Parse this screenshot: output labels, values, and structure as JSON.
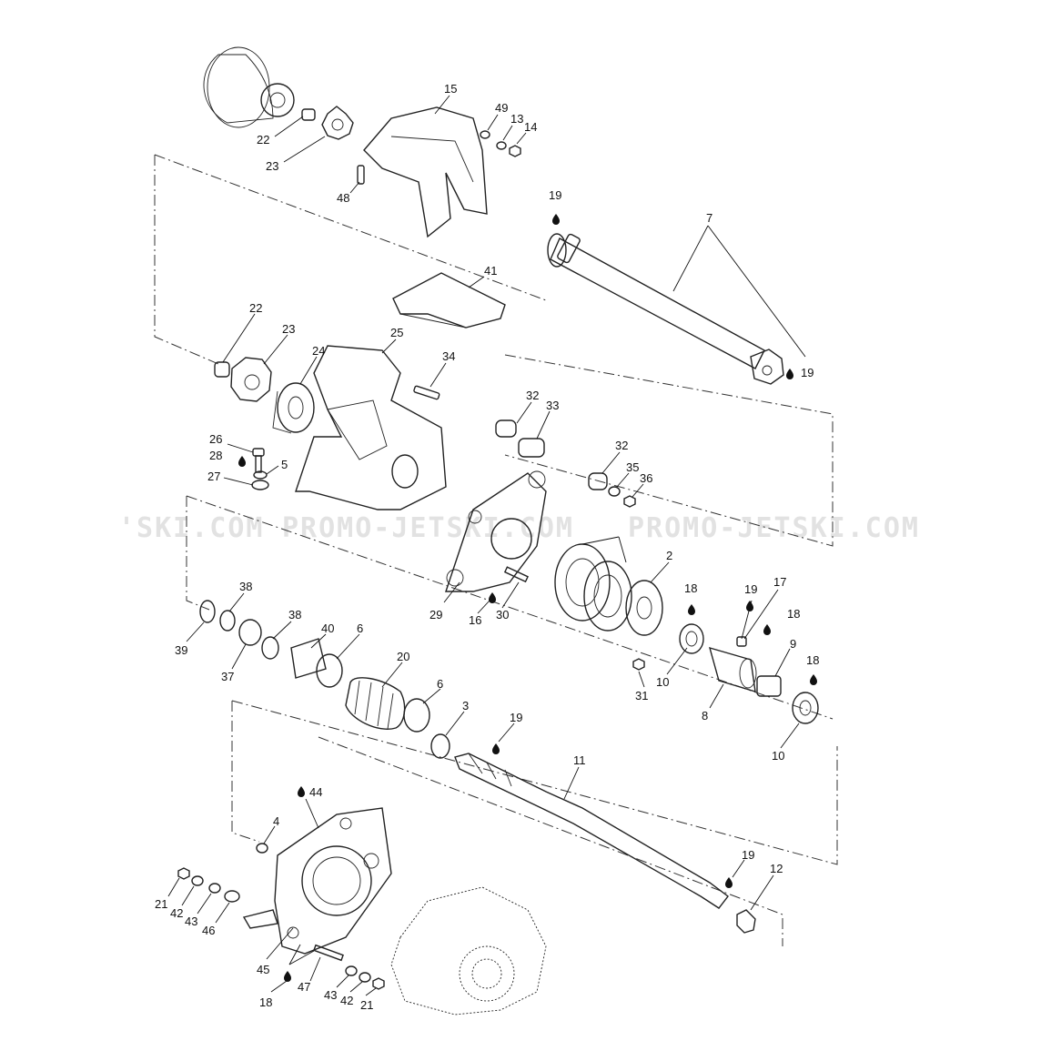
{
  "watermark": {
    "left": "'SKI.COM",
    "center": "PROMO-JETSKI.COM",
    "right": "PROMO-JETSKI.COM"
  },
  "callouts": {
    "c15": "15",
    "c49": "49",
    "c13": "13",
    "c14": "14",
    "c22a": "22",
    "c23a": "23",
    "c48": "48",
    "c19a": "19",
    "c7": "7",
    "c41": "41",
    "c19b": "19",
    "c22b": "22",
    "c23b": "23",
    "c24": "24",
    "c25": "25",
    "c34": "34",
    "c32a": "32",
    "c33": "33",
    "c26": "26",
    "c28": "28",
    "c5": "5",
    "c27": "27",
    "c32b": "32",
    "c35": "35",
    "c36": "36",
    "c2": "2",
    "c29": "29",
    "c16": "16",
    "c30": "30",
    "c18a": "18",
    "c19c": "19",
    "c17": "17",
    "c18b": "18",
    "c9": "9",
    "c18c": "18",
    "c10a": "10",
    "c31": "31",
    "c8": "8",
    "c10b": "10",
    "c38a": "38",
    "c38b": "38",
    "c39": "39",
    "c37": "37",
    "c40": "40",
    "c6a": "6",
    "c20": "20",
    "c6b": "6",
    "c3": "3",
    "c19d": "19",
    "c11": "11",
    "c44": "44",
    "c4": "4",
    "c19e": "19",
    "c12": "12",
    "c21a": "21",
    "c42a": "42",
    "c43a": "43",
    "c46": "46",
    "c45": "45",
    "c47": "47",
    "c43b": "43",
    "c42b": "42",
    "c21b": "21",
    "c18d": "18"
  }
}
